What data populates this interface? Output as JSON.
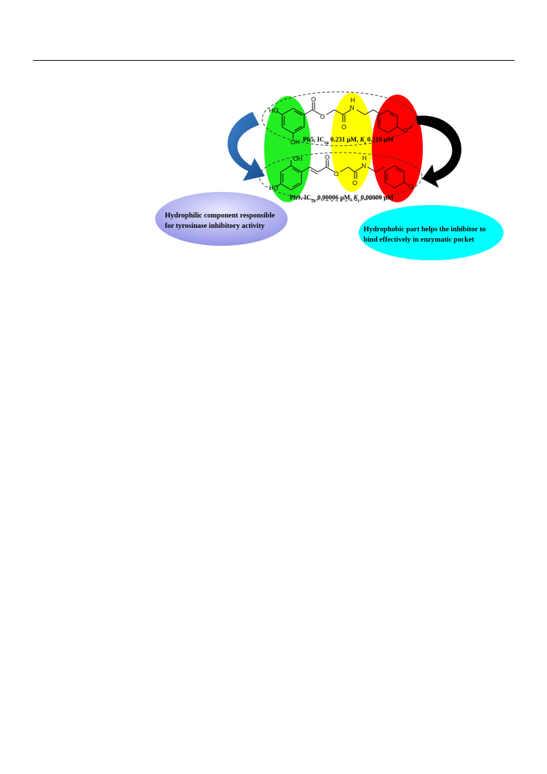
{
  "compound_top": {
    "name": "Ph5",
    "ic50_text": "IC50 0.231 μM",
    "ki_text": "Ki 0.219 μM",
    "caption": "Ph5, IC50 0.231 μM, Ki 0.219 μM",
    "atoms": {
      "oh_upper": "HO",
      "oh_lower": "OH",
      "ester_o": "O",
      "amide_nh": "N",
      "amide_h": "H",
      "carbonyl_o": "O",
      "carbonyl_o2": "O",
      "methoxy_o": "O"
    }
  },
  "compound_bottom": {
    "name": "Ph9",
    "ic50_text": "IC50 0.00006 μM",
    "ki_text": "Ki 0.00009 μM",
    "caption": "Ph9, IC50 0.00006 μM, Ki 0.00009 μM",
    "atoms": {
      "oh_upper": "OH",
      "oh_lower": "HO",
      "ester_o": "O",
      "carbonyl_o": "O",
      "amide_nh": "N",
      "amide_h": "H",
      "carbonyl_o2": "O",
      "methoxy_o": "O"
    }
  },
  "notes": {
    "hydrophilic_line1": "Hydrophilic component responsible",
    "hydrophilic_line2": "for tyrosinase inhibitory activity",
    "hydrophobic_line1": "Hydrophobic part helps the inhibitor to",
    "hydrophobic_line2": "bind effectively in enzymatic pocket"
  },
  "colors": {
    "hydrophilic_highlight": "#22ee22",
    "linker_highlight": "#ffff00",
    "hydrophobic_highlight": "#ff0000",
    "left_arrow": "#1f5fa8",
    "right_arrow": "#000000",
    "hydrophilic_note_fill": "#a8a8f0",
    "hydrophobic_note_fill": "#00ffff"
  }
}
